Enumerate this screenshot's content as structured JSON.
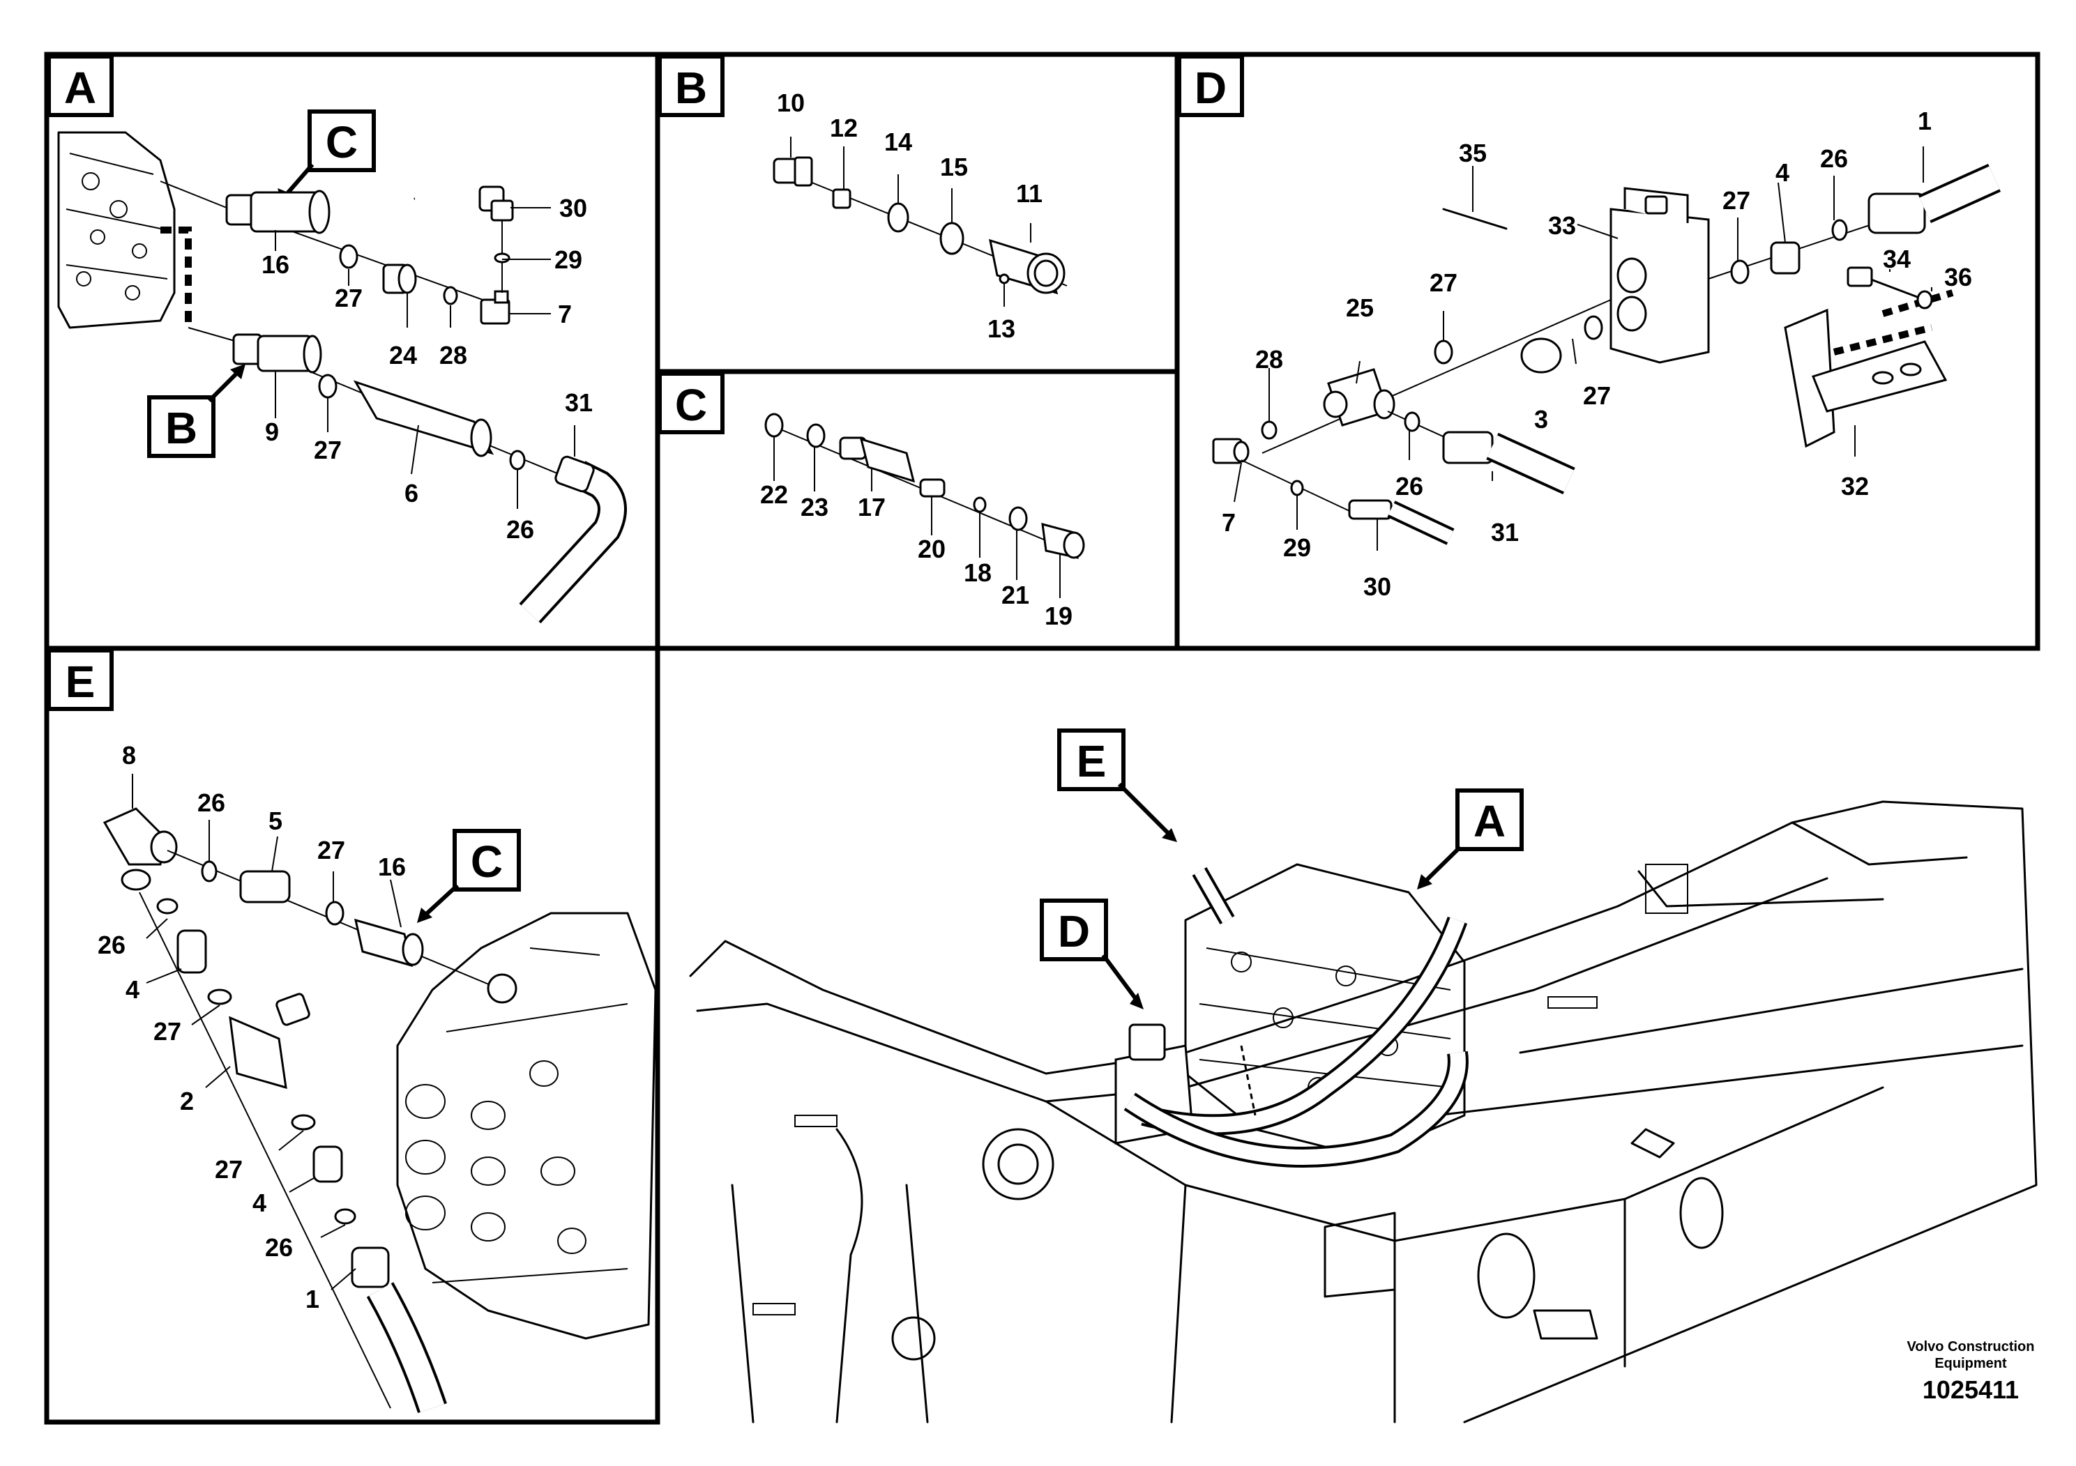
{
  "panels": {
    "A": {
      "label": "A",
      "callouts": [
        "C",
        "B"
      ],
      "parts": [
        "30",
        "29",
        "7",
        "16",
        "27",
        "24",
        "28",
        "9",
        "27",
        "6",
        "26",
        "31"
      ]
    },
    "B": {
      "label": "B",
      "parts": [
        "10",
        "12",
        "14",
        "15",
        "11",
        "13"
      ]
    },
    "C": {
      "label": "C",
      "parts": [
        "22",
        "23",
        "17",
        "20",
        "18",
        "21",
        "19"
      ]
    },
    "D": {
      "label": "D",
      "parts": [
        "1",
        "35",
        "33",
        "27",
        "4",
        "26",
        "34",
        "36",
        "25",
        "27",
        "28",
        "3",
        "27",
        "26",
        "32",
        "7",
        "29",
        "30",
        "31"
      ]
    },
    "E": {
      "label": "E",
      "callouts": [
        "C"
      ],
      "parts": [
        "8",
        "26",
        "5",
        "27",
        "16",
        "26",
        "4",
        "27",
        "2",
        "27",
        "4",
        "26",
        "1"
      ]
    },
    "overview": {
      "callouts": [
        "E",
        "A",
        "D"
      ]
    }
  },
  "credit": {
    "line1": "Volvo Construction",
    "line2": "Equipment",
    "doc_number": "1025411"
  }
}
